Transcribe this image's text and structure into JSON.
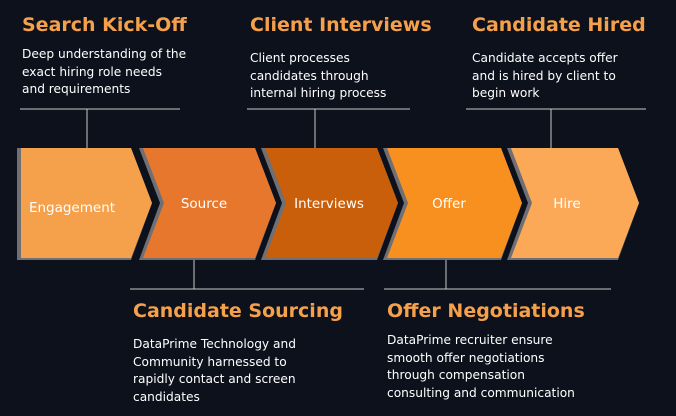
{
  "top_callouts": [
    {
      "title": "Search Kick-Off",
      "text": "Deep understanding of the\nexact hiring role needs\nand requirements"
    },
    {
      "title": "Client Interviews",
      "text": "Client processes\ncandidates through\ninternal hiring process"
    },
    {
      "title": "Candidate Hired",
      "text": "Candidate accepts offer\nand is hired by client to\nbegin work"
    }
  ],
  "bottom_callouts": [
    {
      "title": "Candidate Sourcing",
      "text": "DataPrime Technology and\nCommunity harnessed to\nrapidly contact and screen\ncandidates"
    },
    {
      "title": "Offer Negotiations",
      "text": "DataPrime recruiter ensure\nsmooth offer negotiations\nthrough compensation\nconsulting and communication"
    }
  ],
  "stages": [
    {
      "label": "Engagement",
      "color": "#f5a04a"
    },
    {
      "label": "Source",
      "color": "#e8772e"
    },
    {
      "label": "Interviews",
      "color": "#c95f0a"
    },
    {
      "label": "Offer",
      "color": "#f7901e"
    },
    {
      "label": "Hire",
      "color": "#fba957"
    }
  ],
  "colors": {
    "background": "#0d111c",
    "title": "#f5a04a",
    "connector": "#c9c9c9",
    "shadow": "#6f6f74"
  }
}
